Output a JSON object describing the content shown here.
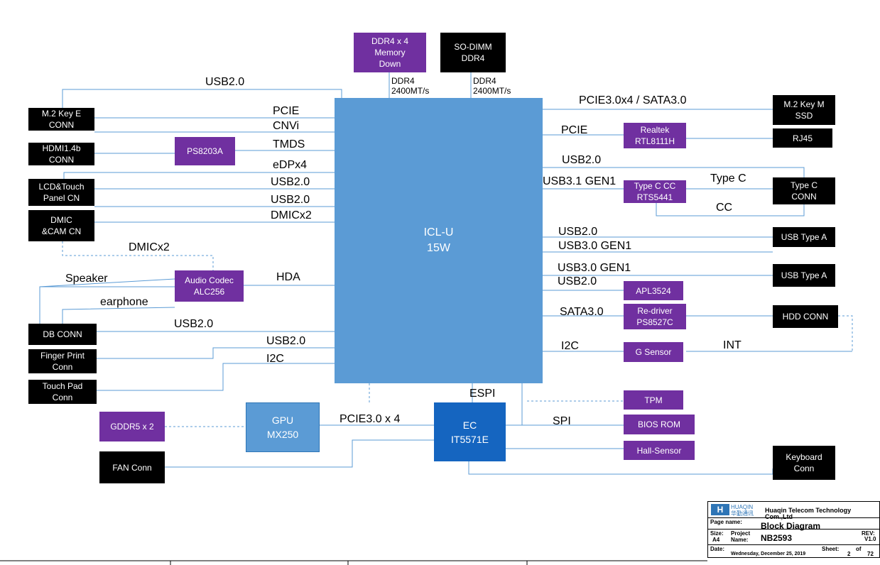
{
  "blocks": {
    "cpu": "ICL-U\n15W",
    "ddr4_down": "DDR4 x 4\nMemory\nDown",
    "sodimm": "SO-DIMM\nDDR4",
    "m2_key_e": "M.2 Key E\nCONN",
    "hdmi": "HDMI1.4b\nCONN",
    "ps8203a": "PS8203A",
    "lcd_touch": "LCD&Touch\nPanel CN",
    "dmic_cam": "DMIC\n&CAM CN",
    "audio_codec": "Audio Codec\nALC256",
    "db_conn": "DB CONN",
    "finger_print": "Finger Print\nConn",
    "touch_pad": "Touch Pad\nConn",
    "gddr5": "GDDR5 x 2",
    "gpu": "GPU\nMX250",
    "fan": "FAN Conn",
    "ec": "EC\nIT5571E",
    "tpm": "TPM",
    "bios_rom": "BIOS ROM",
    "hall_sensor": "Hall-Sensor",
    "keyboard": "Keyboard\nConn",
    "m2_key_m": "M.2 Key M\nSSD",
    "realtek": "Realtek\nRTL8111H",
    "rj45": "RJ45",
    "typec_cc": "Type C CC\nRTS5441",
    "typec_conn": "Type C\nCONN",
    "usb_type_a_1": "USB Type A",
    "usb_type_a_2": "USB Type A",
    "apl3524": "APL3524",
    "redriver": "Re-driver\nPS8527C",
    "hdd_conn": "HDD CONN",
    "g_sensor": "G Sensor"
  },
  "labels": {
    "ddr4_rate_1": "DDR4\n2400MT/s",
    "ddr4_rate_2": "DDR4\n2400MT/s",
    "usb20_top": "USB2.0",
    "pcie_m2e": "PCIE",
    "cnvi": "CNVi",
    "tmds": "TMDS",
    "edp": "eDPx4",
    "usb20_lcd1": "USB2.0",
    "usb20_lcd2": "USB2.0",
    "dmicx2_right": "DMICx2",
    "dmicx2_left": "DMICx2",
    "speaker": "Speaker",
    "hda": "HDA",
    "earphone": "earphone",
    "usb20_db": "USB2.0",
    "usb20_fp": "USB2.0",
    "i2c_tp": "I2C",
    "espi": "ESPI",
    "pcie_gpu": "PCIE3.0 x 4",
    "spi": "SPI",
    "pcie_sata": "PCIE3.0x4 / SATA3.0",
    "pcie_lan": "PCIE",
    "usb20_typec": "USB2.0",
    "usb31": "USB3.1 GEN1",
    "type_c": "Type C",
    "cc": "CC",
    "usb20_a1": "USB2.0",
    "usb30_a1": "USB3.0 GEN1",
    "usb30_a2": "USB3.0 GEN1",
    "usb20_a2": "USB2.0",
    "sata30": "SATA3.0",
    "i2c_gs": "I2C",
    "int": "INT"
  },
  "title_block": {
    "logo_text": "HUAQIN\n华勤通讯",
    "company": "Huaqin Telecom Technology Com.,Ltd",
    "page_name_label": "Page name:",
    "page_name": "Block Diagram",
    "size_label": "Size:",
    "size": "A4",
    "project_label": "Project\nName:",
    "project": "NB2593",
    "rev_label": "REV:",
    "rev": "V1.0",
    "date_label": "Date:",
    "date": "Wednesday, December 25, 2019",
    "sheet_label": "Sheet:",
    "sheet": "2",
    "of_label": "of",
    "total": "72"
  },
  "colors": {
    "cpu": "#5b9bd5",
    "ec": "#1565c0",
    "purple": "#7030a0",
    "black": "#000000",
    "wire": "#5b9bd5"
  }
}
